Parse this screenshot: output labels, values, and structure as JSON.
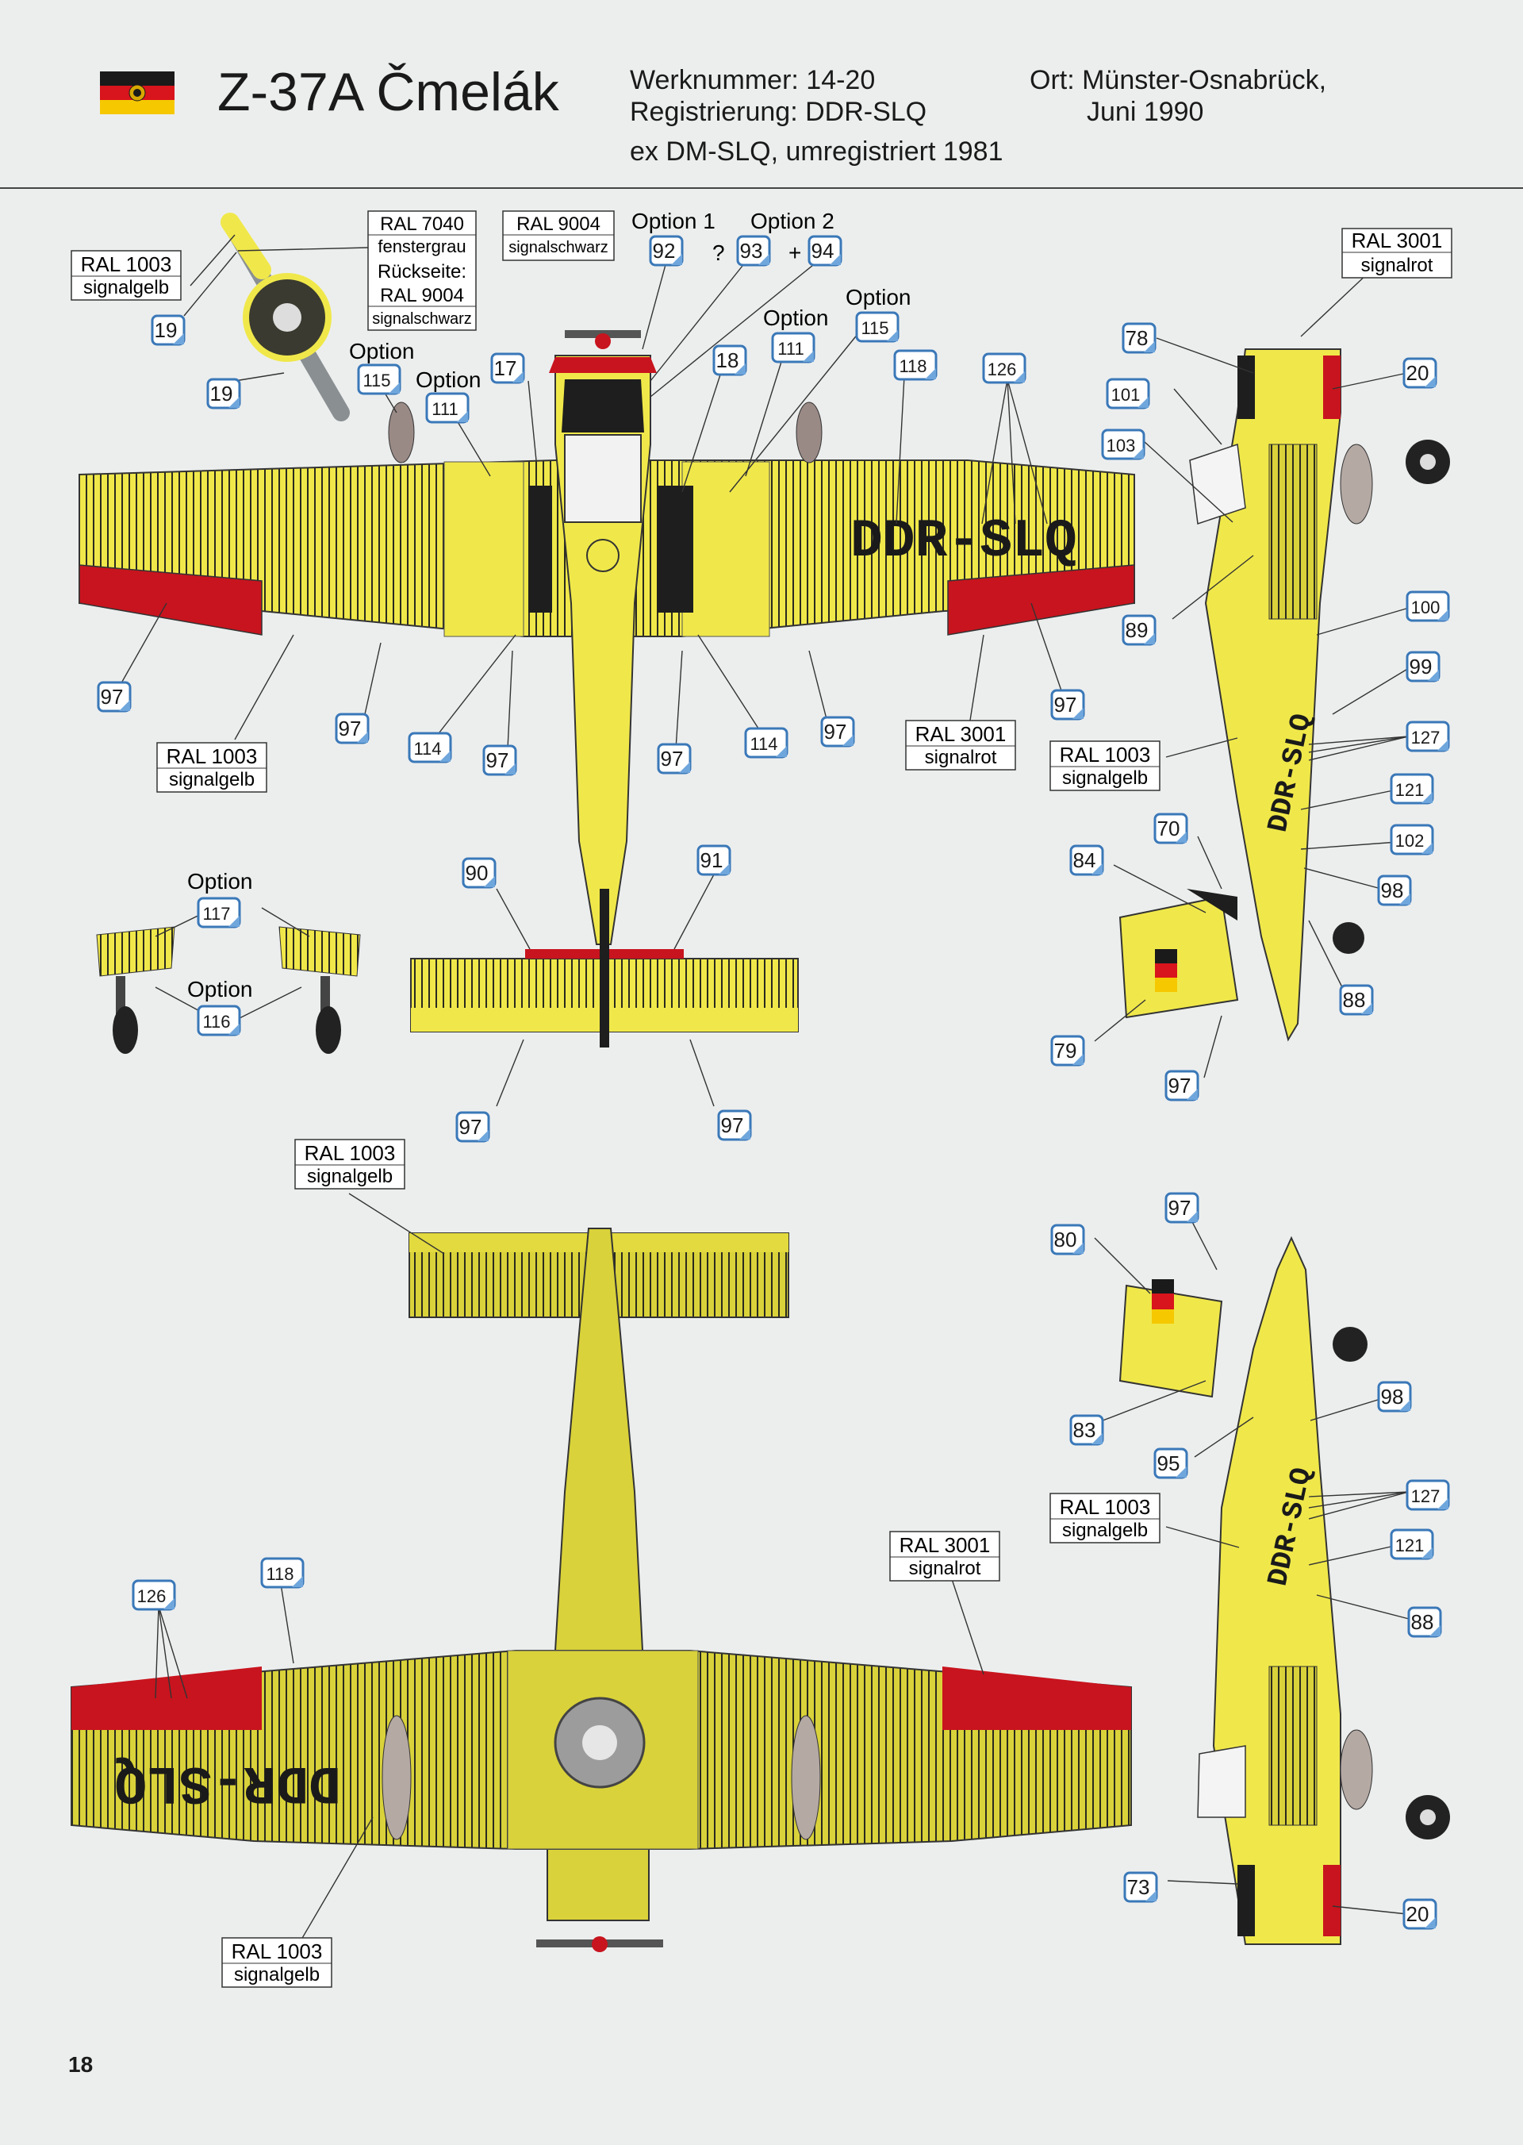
{
  "header": {
    "title": "Z-37A Čmelák",
    "werknummer": "Werknummer: 14-20",
    "registrierung": "Registrierung: DDR-SLQ",
    "ex": "ex DM-SLQ, umregistriert 1981",
    "ort_line1": "Ort: Münster-Osnabrück,",
    "ort_line2": "Juni 1990"
  },
  "aircraft_registration": "DDR-SLQ",
  "colors": {
    "signalgelb": "#f0e84a",
    "signalrot": "#c8141e",
    "signalschwarz": "#1e1e1e",
    "fenstergrau": "#8a8f92",
    "badge_fill": "#ffffff",
    "badge_border": "#3a78b8",
    "page_bg": "#eceeee"
  },
  "ral_labels": {
    "ral1003_a": {
      "code": "RAL 1003",
      "name": "signalgelb"
    },
    "ral7040": {
      "code": "RAL 7040",
      "name": "fenstergrau",
      "note": "Rückseite:"
    },
    "ral9004_a": {
      "code": "RAL 9004",
      "name": "signalschwarz"
    },
    "ral9004_b": {
      "code": "RAL 9004",
      "name": "signalschwarz"
    },
    "ral3001_side": {
      "code": "RAL 3001",
      "name": "signalrot"
    },
    "ral1003_b": {
      "code": "RAL 1003",
      "name": "signalgelb"
    },
    "ral3001_wing": {
      "code": "RAL 3001",
      "name": "signalrot"
    },
    "ral1003_side": {
      "code": "RAL 1003",
      "name": "signalgelb"
    },
    "ral1003_bottom_tail": {
      "code": "RAL 1003",
      "name": "signalgelb"
    },
    "ral3001_bottom": {
      "code": "RAL 3001",
      "name": "signalrot"
    },
    "ral1003_side2": {
      "code": "RAL 1003",
      "name": "signalgelb"
    },
    "ral1003_bottom": {
      "code": "RAL 1003",
      "name": "signalgelb"
    }
  },
  "options": {
    "option1": "Option 1",
    "option2": "Option 2",
    "option_a": "Option",
    "option_b": "Option",
    "option_c": "Option",
    "option_d": "Option",
    "option_e": "Option",
    "option_f": "Option",
    "question": "?",
    "plus": "+"
  },
  "decals": {
    "d19a": "19",
    "d19b": "19",
    "d115a": "115",
    "d111a": "111",
    "d17": "17",
    "d92": "92",
    "d93": "93",
    "d94": "94",
    "d18": "18",
    "d111b": "111",
    "d115b": "115",
    "d118a": "118",
    "d126a": "126",
    "d97a": "97",
    "d97b": "97",
    "d114a": "114",
    "d97c": "97",
    "d97d": "97",
    "d114b": "114",
    "d97e": "97",
    "d97f": "97",
    "d90": "90",
    "d91": "91",
    "d117": "117",
    "d116": "116",
    "d97g": "97",
    "d97h": "97",
    "d78": "78",
    "d20a": "20",
    "d101": "101",
    "d103": "103",
    "d89": "89",
    "d100": "100",
    "d99": "99",
    "d127a": "127",
    "d121a": "121",
    "d70": "70",
    "d84": "84",
    "d102": "102",
    "d98a": "98",
    "d88a": "88",
    "d79": "79",
    "d97i": "97",
    "d97j": "97",
    "d80": "80",
    "d98b": "98",
    "d83": "83",
    "d95": "95",
    "d127b": "127",
    "d121b": "121",
    "d88b": "88",
    "d73": "73",
    "d20b": "20",
    "d126b": "126",
    "d118b": "118"
  },
  "page_number": "18"
}
